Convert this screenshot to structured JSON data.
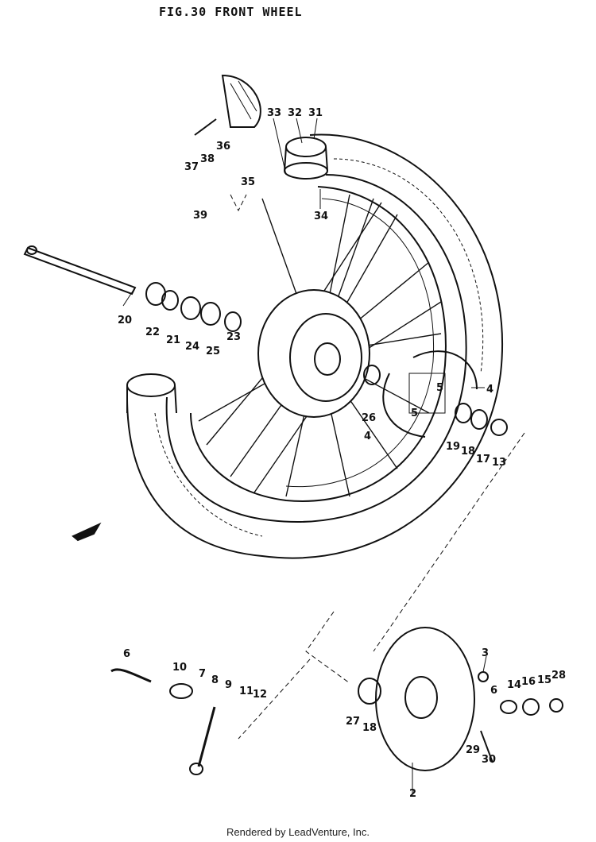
{
  "title": "FIG.30  FRONT WHEEL",
  "footer": "Rendered by LeadVenture, Inc.",
  "callouts": [
    {
      "id": "c31",
      "label": "31"
    },
    {
      "id": "c32",
      "label": "32"
    },
    {
      "id": "c33",
      "label": "33"
    },
    {
      "id": "c34",
      "label": "34"
    },
    {
      "id": "c35",
      "label": "35"
    },
    {
      "id": "c36",
      "label": "36"
    },
    {
      "id": "c37",
      "label": "37"
    },
    {
      "id": "c38",
      "label": "38"
    },
    {
      "id": "c39",
      "label": "39"
    },
    {
      "id": "c20",
      "label": "20"
    },
    {
      "id": "c22",
      "label": "22"
    },
    {
      "id": "c21",
      "label": "21"
    },
    {
      "id": "c24",
      "label": "24"
    },
    {
      "id": "c25",
      "label": "25"
    },
    {
      "id": "c23",
      "label": "23"
    },
    {
      "id": "c26",
      "label": "26"
    },
    {
      "id": "c5a",
      "label": "5"
    },
    {
      "id": "c5b",
      "label": "5"
    },
    {
      "id": "c4a",
      "label": "4"
    },
    {
      "id": "c4b",
      "label": "4"
    },
    {
      "id": "c19",
      "label": "19"
    },
    {
      "id": "c18a",
      "label": "18"
    },
    {
      "id": "c17",
      "label": "17"
    },
    {
      "id": "c13",
      "label": "13"
    },
    {
      "id": "c6a",
      "label": "6"
    },
    {
      "id": "c10",
      "label": "10"
    },
    {
      "id": "c7",
      "label": "7"
    },
    {
      "id": "c8",
      "label": "8"
    },
    {
      "id": "c9",
      "label": "9"
    },
    {
      "id": "c11",
      "label": "11"
    },
    {
      "id": "c12",
      "label": "12"
    },
    {
      "id": "c27",
      "label": "27"
    },
    {
      "id": "c18b",
      "label": "18"
    },
    {
      "id": "c2",
      "label": "2"
    },
    {
      "id": "c3",
      "label": "3"
    },
    {
      "id": "c6b",
      "label": "6"
    },
    {
      "id": "c14",
      "label": "14"
    },
    {
      "id": "c16",
      "label": "16"
    },
    {
      "id": "c15",
      "label": "15"
    },
    {
      "id": "c28",
      "label": "28"
    },
    {
      "id": "c29",
      "label": "29"
    },
    {
      "id": "c30",
      "label": "30"
    }
  ]
}
